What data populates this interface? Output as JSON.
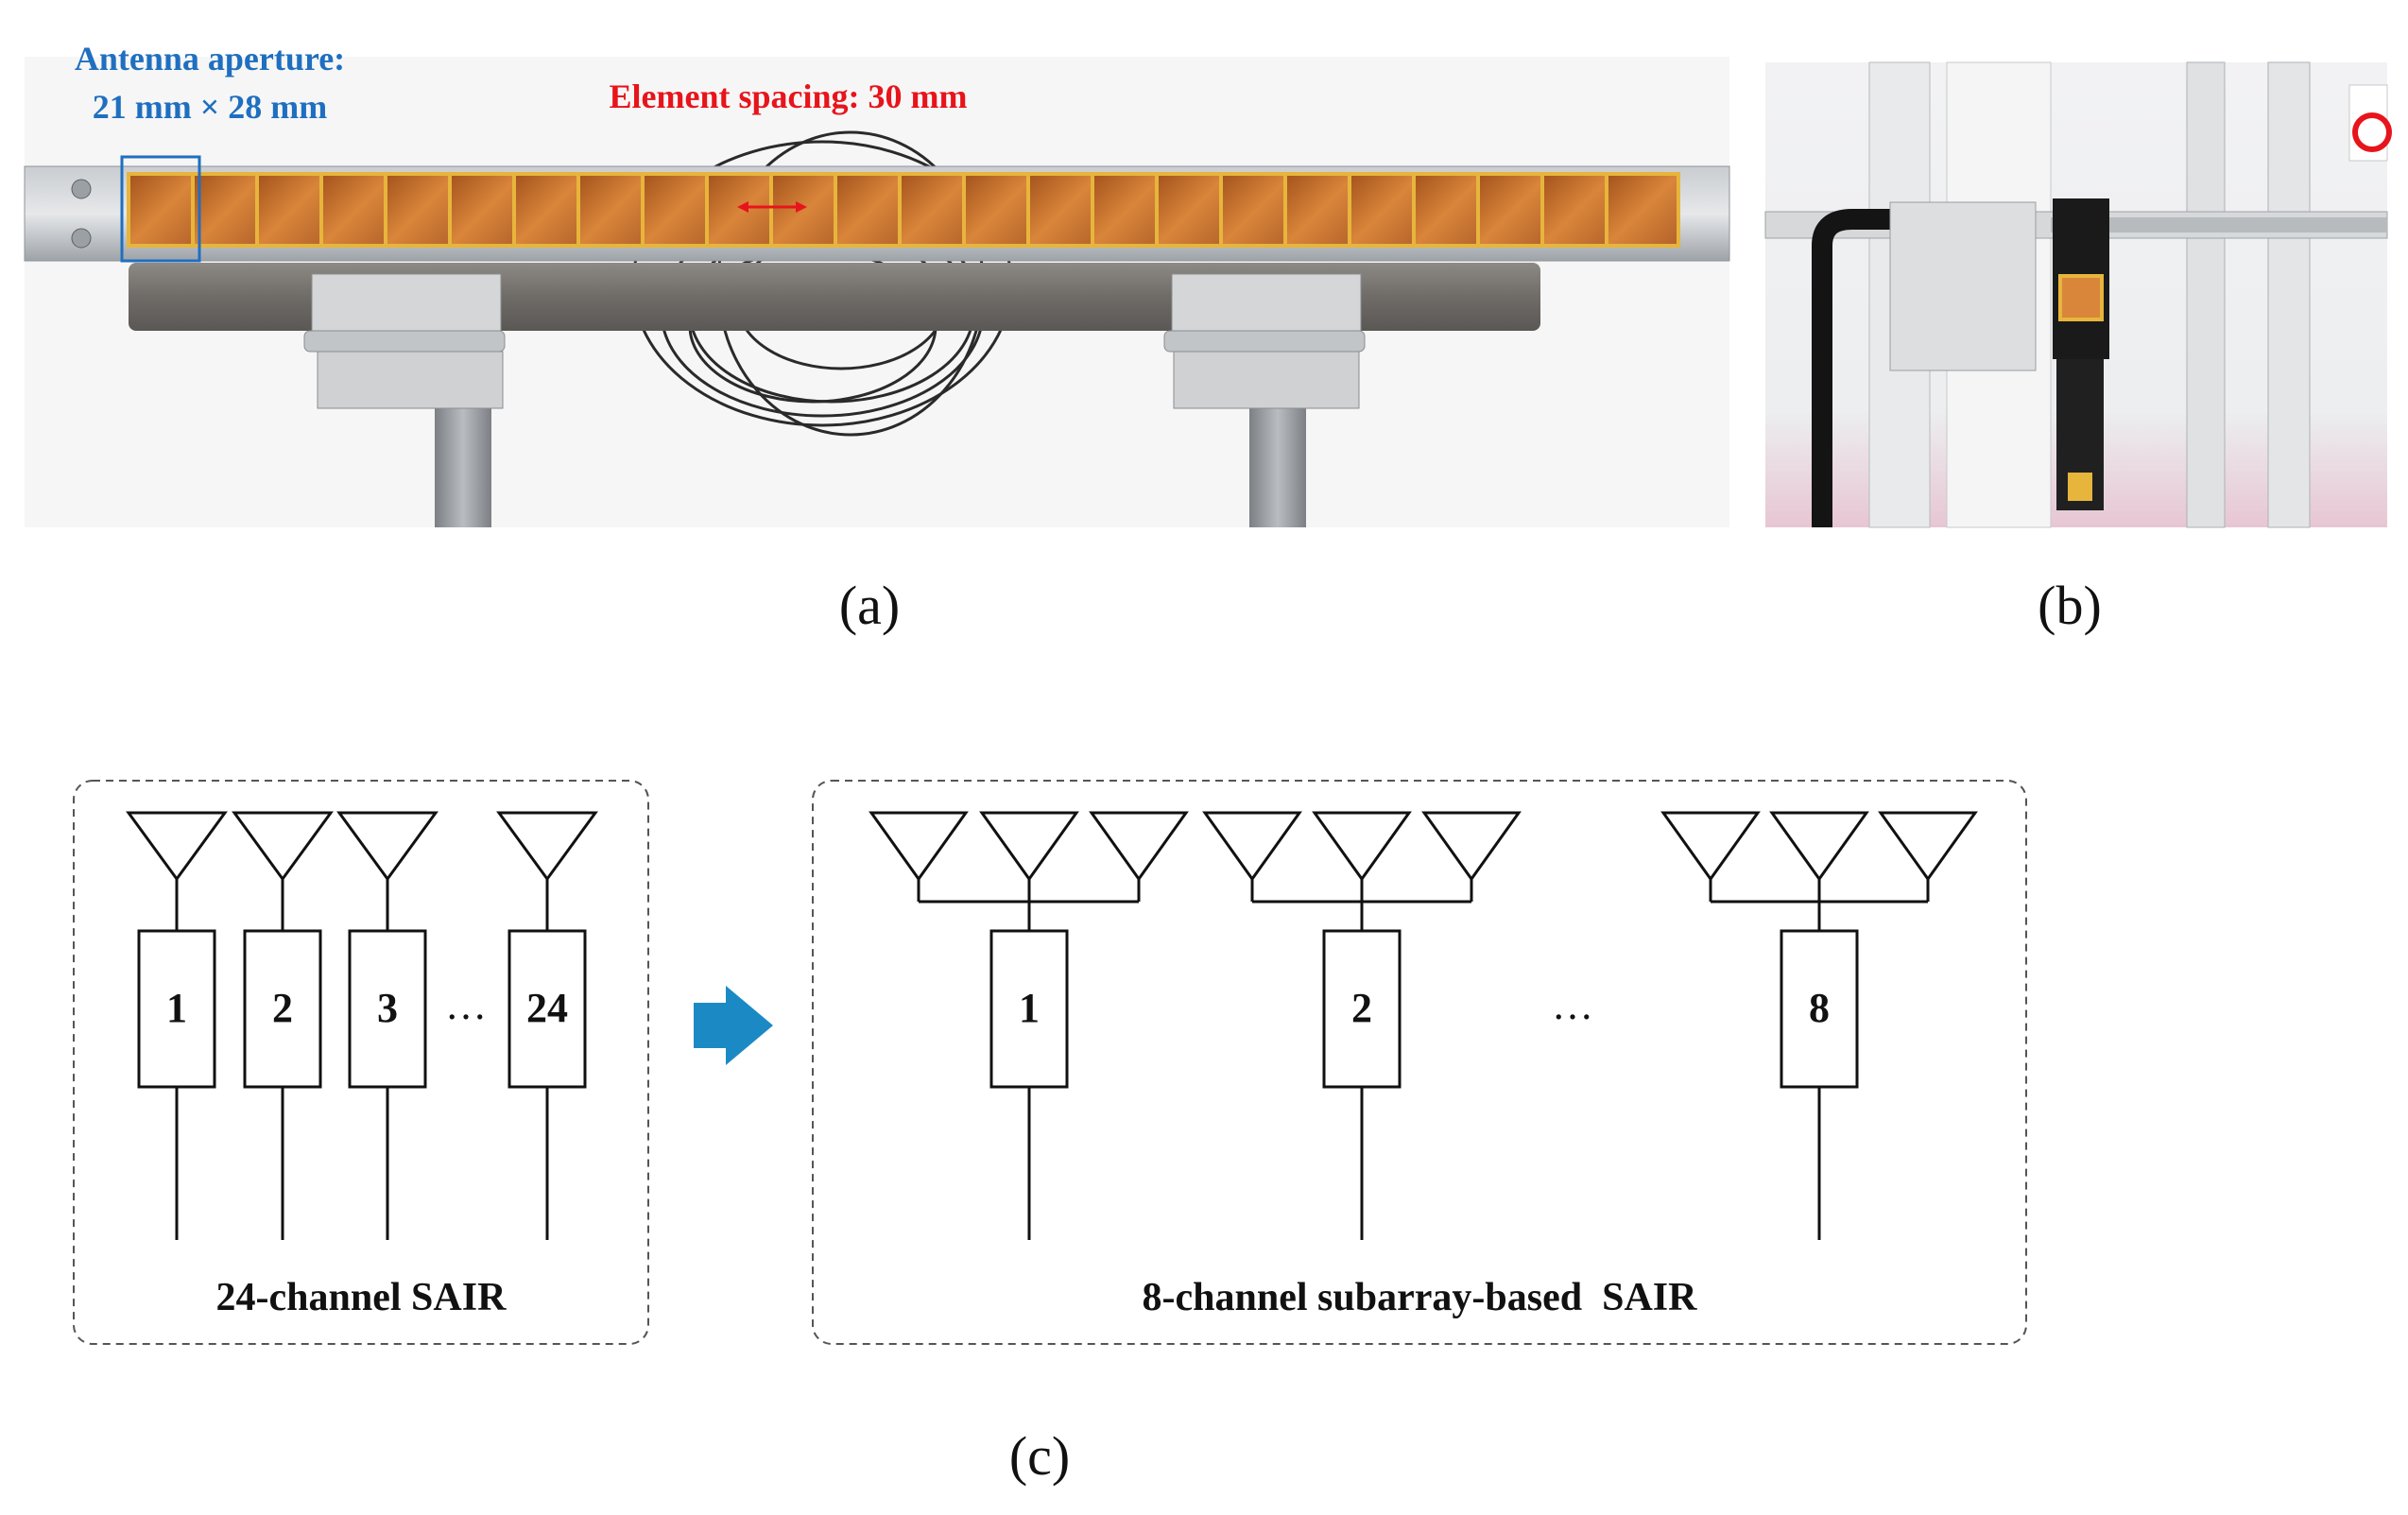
{
  "panel_a": {
    "aperture_label_line1": "Antenna aperture:",
    "aperture_label_line2": "21 mm × 28 mm",
    "spacing_label": "Element spacing: 30 mm",
    "caption": "(a)"
  },
  "panel_b": {
    "caption": "(b)"
  },
  "panel_c": {
    "left": {
      "channels": [
        "1",
        "2",
        "3",
        "24"
      ],
      "ellipsis": "…",
      "title": "24-channel SAIR"
    },
    "right": {
      "channels": [
        "1",
        "2",
        "8"
      ],
      "ellipsis": "…",
      "title": "8-channel subarray-based  SAIR"
    },
    "caption": "(c)"
  },
  "colors": {
    "aperture_blue": "#1f6fc0",
    "spacing_red": "#e8141b",
    "arrow_blue": "#1b8ac4",
    "horn_orange": "#c8742a",
    "horn_gold": "#e7b53c",
    "steel": "#a9aeb3"
  }
}
